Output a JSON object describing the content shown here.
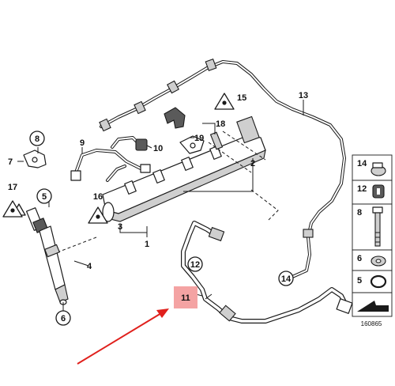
{
  "diagram": {
    "labels": {
      "p1": "1",
      "p2": "2",
      "p3": "3",
      "p4": "4",
      "p5": "5",
      "p6": "6",
      "p7": "7",
      "p8": "8",
      "p9": "9",
      "p10": "10",
      "p11": "11",
      "p12": "12",
      "p13": "13",
      "p14": "14",
      "p15": "15",
      "p16": "16",
      "p17": "17",
      "p18": "18",
      "p19": "19"
    },
    "sidebar": {
      "items": [
        {
          "num": "14",
          "icon": "clamp-icon"
        },
        {
          "num": "12",
          "icon": "grommet-icon"
        },
        {
          "num": "8",
          "icon": "bolt-icon"
        },
        {
          "num": "6",
          "icon": "washer-icon"
        },
        {
          "num": "5",
          "icon": "o-ring-icon"
        }
      ]
    },
    "image_code": "160865",
    "highlight_color": "#f4a3a3",
    "arrow_color": "#e0201c"
  }
}
